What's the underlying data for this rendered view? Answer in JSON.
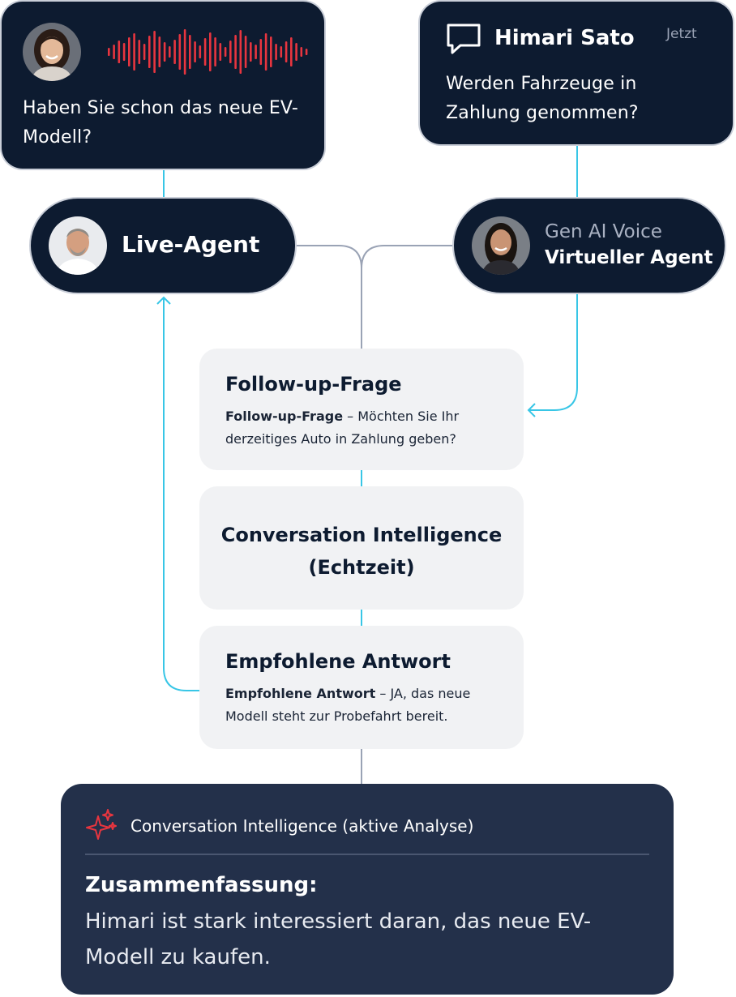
{
  "voice_card": {
    "question": "Haben Sie schon das neue EV-Modell?",
    "avatar_icon": "woman-avatar-icon",
    "waveform_icon": "audio-waveform-icon",
    "waveform_color": "#e8353f"
  },
  "chat_card": {
    "name": "Himari Sato",
    "time": "Jetzt",
    "question": "Werden Fahrzeuge in Zahlung genommen?",
    "chat_icon": "chat-bubble-icon"
  },
  "live_agent": {
    "label": "Live-Agent",
    "avatar_icon": "man-avatar-icon"
  },
  "virtual_agent": {
    "subtitle": "Gen AI Voice",
    "title": "Virtueller Agent",
    "avatar_icon": "woman-agent-avatar-icon"
  },
  "followup": {
    "title": "Follow-up-Frage",
    "body_label": "Follow-up-Frage",
    "body_text": " – Möchten Sie Ihr derzeitiges Auto in Zahlung geben?"
  },
  "ci": {
    "title_line1": "Conversation Intelligence",
    "title_line2": "(Echtzeit)"
  },
  "recommended": {
    "title": "Empfohlene Antwort",
    "body_label": "Empfohlene Antwort",
    "body_text": " – JA, das neue Modell steht zur Probefahrt bereit."
  },
  "summary": {
    "header": "Conversation Intelligence (aktive Analyse)",
    "icon": "sparkle-icon",
    "title": "Zusammenfassung:",
    "text": "Himari ist stark interessiert daran, das neue EV-Modell zu kaufen."
  },
  "colors": {
    "navy": "#0d1b30",
    "summary_bg": "#23304a",
    "card_light": "#f1f2f4",
    "cyan_line": "#38c6e6",
    "gray_line": "#9aa3b5",
    "accent_red": "#e8353f"
  }
}
